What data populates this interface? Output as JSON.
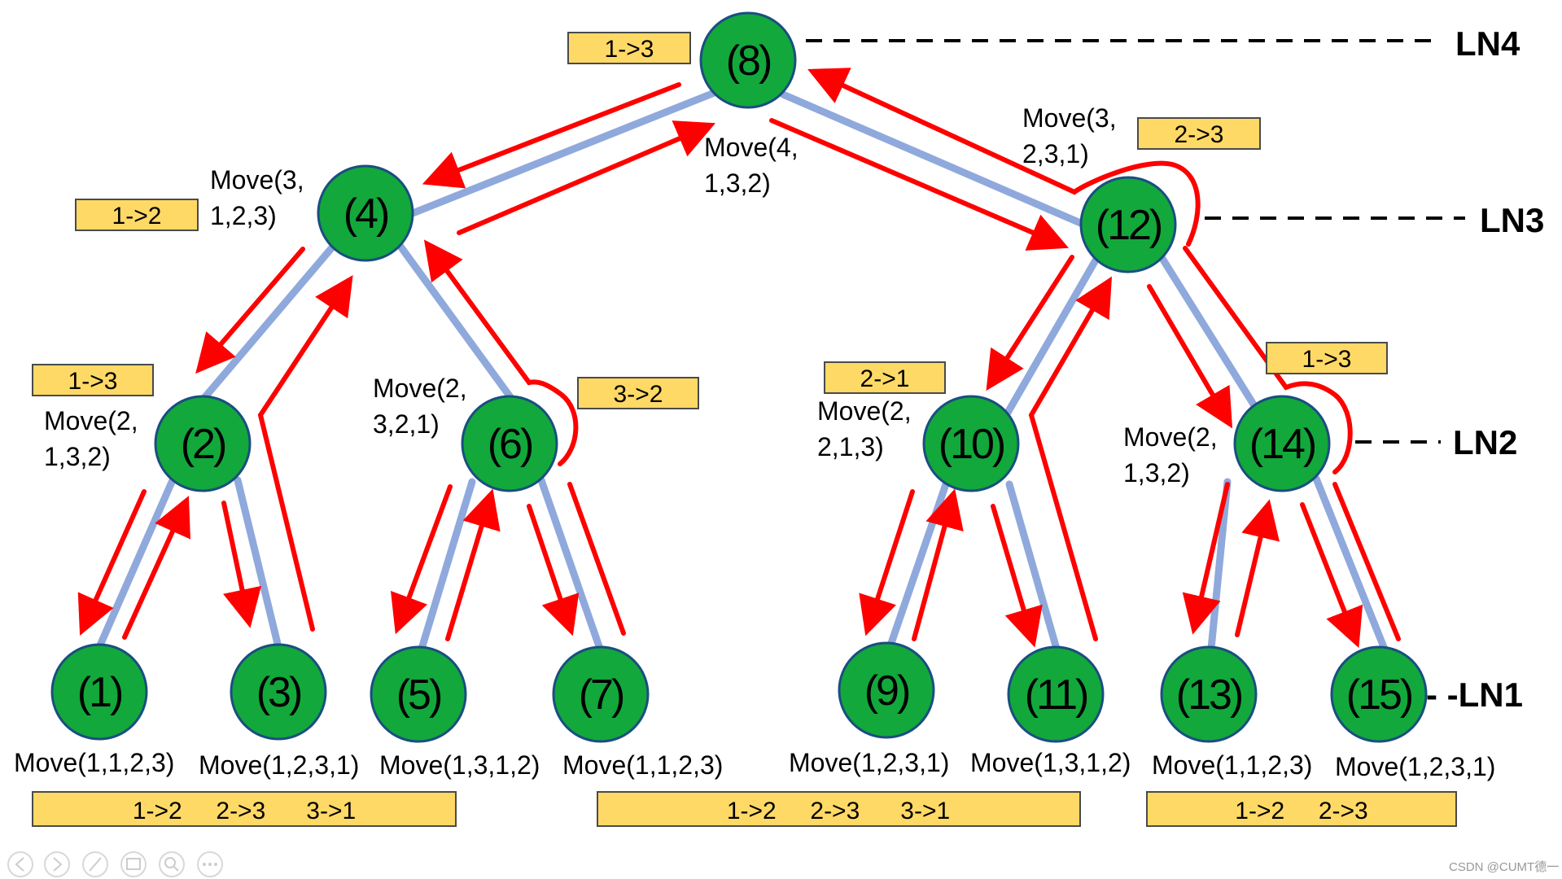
{
  "colors": {
    "node_fill": "#12a83b",
    "node_stroke": "#1a4e80",
    "edge_blue": "#8fa9dc",
    "arrow_red": "#ff0000",
    "box_fill": "#ffd966",
    "box_stroke": "#4a4a4a",
    "dashed_line": "#000000"
  },
  "nodes": [
    {
      "id": "n8",
      "label": "(8)"
    },
    {
      "id": "n4",
      "label": "(4)"
    },
    {
      "id": "n12",
      "label": "(12)"
    },
    {
      "id": "n2",
      "label": "(2)"
    },
    {
      "id": "n6",
      "label": "(6)"
    },
    {
      "id": "n10",
      "label": "(10)"
    },
    {
      "id": "n14",
      "label": "(14)"
    },
    {
      "id": "n1",
      "label": "(1)"
    },
    {
      "id": "n3",
      "label": "(3)"
    },
    {
      "id": "n5",
      "label": "(5)"
    },
    {
      "id": "n7",
      "label": "(7)"
    },
    {
      "id": "n9",
      "label": "(9)"
    },
    {
      "id": "n11",
      "label": "(11)"
    },
    {
      "id": "n13",
      "label": "(13)"
    },
    {
      "id": "n15",
      "label": "(15)"
    }
  ],
  "moves": {
    "n4": [
      "Move(3,",
      "1,2,3)"
    ],
    "n8": [
      "Move(4,",
      "1,3,2)"
    ],
    "n12": [
      "Move(3,",
      "2,3,1)"
    ],
    "n2": [
      "Move(2,",
      "1,3,2)"
    ],
    "n6": [
      "Move(2,",
      "3,2,1)"
    ],
    "n10": [
      "Move(2,",
      "2,1,3)"
    ],
    "n14": [
      "Move(2,",
      "1,3,2)"
    ],
    "n1": "Move(1,1,2,3)",
    "n3": "Move(1,2,3,1)",
    "n5": "Move(1,3,1,2)",
    "n7": "Move(1,1,2,3)",
    "n9": "Move(1,2,3,1)",
    "n11": "Move(1,3,1,2)",
    "n13": "Move(1,1,2,3)",
    "n15": "Move(1,2,3,1)"
  },
  "boxes": {
    "n8": "1->3",
    "n4": "1->2",
    "n12": "2->3",
    "n2": "1->3",
    "n6": "3->2",
    "n10": "2->1",
    "n14": "1->3",
    "bottom_left": "1->2     2->3      3->1",
    "bottom_mid": "1->2     2->3      3->1",
    "bottom_right": "1->2     2->3"
  },
  "levels": {
    "ln4": "LN4",
    "ln3": "LN3",
    "ln2": "LN2",
    "ln1": "- -LN1"
  },
  "watermark": "CSDN @CUMT德一",
  "nav_icons": [
    "prev-icon",
    "next-icon",
    "pen-icon",
    "slides-icon",
    "zoom-icon",
    "more-icon"
  ]
}
